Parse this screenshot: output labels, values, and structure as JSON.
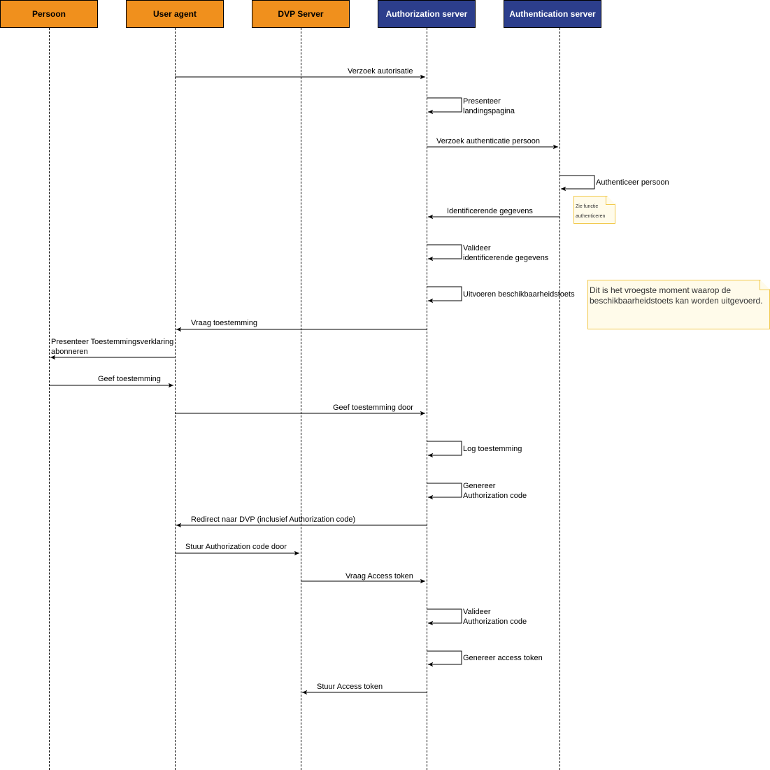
{
  "actors": [
    {
      "id": "persoon",
      "label": "Persoon",
      "color": "#f0901d"
    },
    {
      "id": "useragent",
      "label": "User agent",
      "color": "#f0901d"
    },
    {
      "id": "dvp",
      "label": "DVP Server",
      "color": "#f0901d"
    },
    {
      "id": "authz",
      "label": "Authorization server",
      "color": "#2c3e8c"
    },
    {
      "id": "authn",
      "label": "Authentication server",
      "color": "#2c3e8c"
    }
  ],
  "messages": [
    {
      "label": "Verzoek autorisatie"
    },
    {
      "label": "Presenteer\nlandingspagina"
    },
    {
      "label": "Verzoek authenticatie persoon"
    },
    {
      "label": "Authenticeer persoon"
    },
    {
      "label": "Identificerende gegevens"
    },
    {
      "label": "Valideer\nidentificerende gegevens"
    },
    {
      "label": "Uitvoeren beschikbaarheidstoets"
    },
    {
      "label": "Vraag toestemming"
    },
    {
      "label": "Presenteer Toestemmingsverklaring\nabonneren"
    },
    {
      "label": "Geef toestemming"
    },
    {
      "label": "Geef toestemming door"
    },
    {
      "label": "Log toestemming"
    },
    {
      "label": "Genereer\nAuthorization code"
    },
    {
      "label": "Redirect naar DVP (inclusief Authorization code)"
    },
    {
      "label": "Stuur Authorization code door"
    },
    {
      "label": "Vraag Access token"
    },
    {
      "label": "Valideer\nAuthorization code"
    },
    {
      "label": "Genereer access token"
    },
    {
      "label": "Stuur Access token"
    }
  ],
  "notes": [
    {
      "text": "Zie functie authenticeren"
    },
    {
      "text": "Dit is het vroegste moment waarop de beschikbaarheidstoets kan worden uitgevoerd."
    }
  ]
}
